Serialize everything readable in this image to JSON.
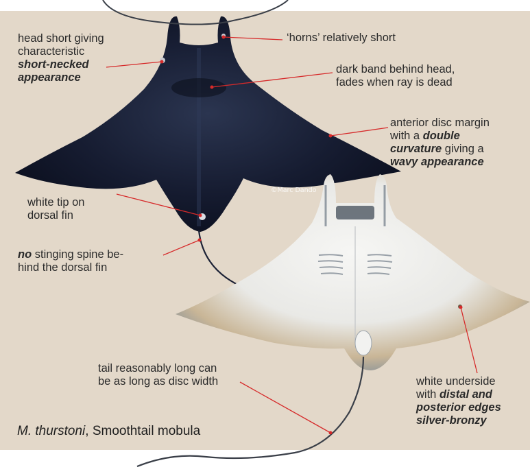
{
  "colors": {
    "background": "#e3d8c9",
    "leader_line": "#d62a2a",
    "dorsal_body": "#141a2e",
    "ventral_body": "#eceef0",
    "ventral_edge": "#8a97a3",
    "bronze": "#b89a72"
  },
  "annotations": {
    "head": {
      "line1": "head short giving",
      "line2": "characteristic",
      "line3": "short-necked",
      "line4": "appearance"
    },
    "horns": {
      "text": "‘horns’ relatively short"
    },
    "band": {
      "line1": "dark band behind head,",
      "line2": "fades when ray is dead"
    },
    "margin": {
      "line1": "anterior disc margin",
      "line2a": "with a ",
      "line2b": "double",
      "line3a": "curvature",
      "line3b": " giving a",
      "line4": "wavy appearance"
    },
    "dorsal_tip": {
      "line1": "white tip on",
      "line2": "dorsal fin"
    },
    "spine": {
      "line1a": "no",
      "line1b": " stinging spine be-",
      "line2": "hind the dorsal fin"
    },
    "tail": {
      "line1": "tail reasonably long can",
      "line2": "be as long as disc width"
    },
    "underside": {
      "line1": "white underside",
      "line2a": "with ",
      "line2b": "distal and",
      "line3": "posterior edges",
      "line4": "silver-bronzy"
    }
  },
  "credit": "©Marc Dando",
  "species": {
    "scientific": "M. thurstoni",
    "separator": ", ",
    "common": "Smoothtail mobula"
  }
}
